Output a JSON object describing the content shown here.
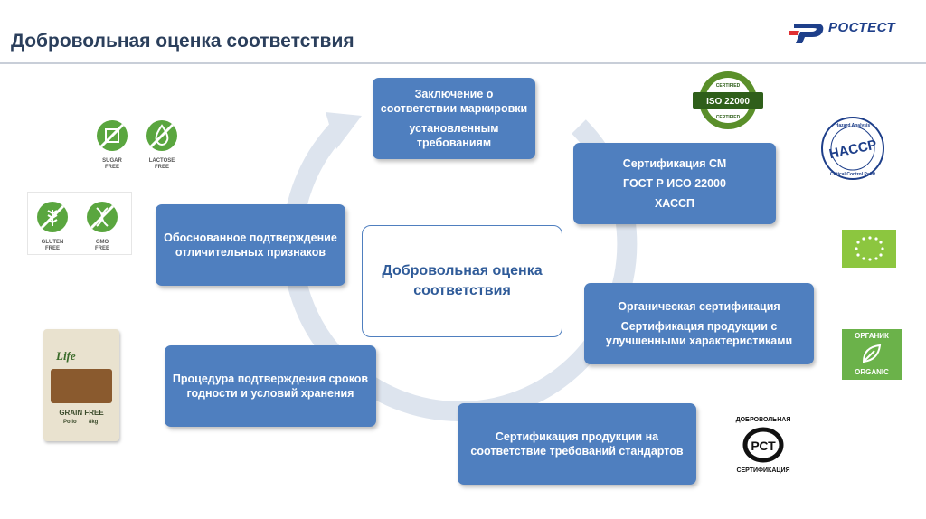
{
  "header": {
    "title": "Добровольная оценка соответствия",
    "brand": "РОСТЕСТ",
    "brand_color": "#1e3f8a",
    "accent_color": "#e03033"
  },
  "diagram": {
    "center_label": "Добровольная оценка соответствия",
    "arrow_color": "#dde4ee",
    "box_color": "#4f7fbf",
    "boxes": [
      {
        "lines": [
          "Заключение о соответствии маркировки",
          "установленным требованиям"
        ]
      },
      {
        "lines": [
          "Сертификация СМ",
          "ГОСТ Р ИСО 22000",
          "ХАССП"
        ]
      },
      {
        "lines": [
          "Органическая сертификация",
          "Сертификация продукции с улучшенными характеристиками"
        ]
      },
      {
        "lines": [
          "Сертификация продукции на соответствие требований стандартов"
        ]
      },
      {
        "lines": [
          "Процедура подтверждения сроков годности и условий хранения"
        ]
      },
      {
        "lines": [
          "Обоснованное подтверждение отличительных признаков"
        ]
      }
    ]
  },
  "badges": {
    "sugar": [
      "SUGAR",
      "FREE"
    ],
    "lactose": [
      "LACTOSE",
      "FREE"
    ],
    "gluten": [
      "GLUTEN",
      "FREE"
    ],
    "gmo": [
      "GMO",
      "FREE"
    ],
    "badge_color": "#5aa63f"
  },
  "logos": {
    "iso": {
      "top": "CERTIFIED",
      "main": "ISO 22000",
      "bottom": "CERTIFIED"
    },
    "haccp": {
      "main": "HACCP",
      "top": "Hazard Analysis",
      "bottom": "Critical Control Point"
    },
    "organic": {
      "top": "ОРГАНИК",
      "bottom": "ORGANIC"
    },
    "rst": {
      "top": "ДОБРОВОЛЬНАЯ",
      "main": "РСТ",
      "bottom": "СЕРТИФИКАЦИЯ"
    }
  },
  "product": {
    "brand": "Life",
    "label": "GRAIN FREE",
    "sub": "Pollo",
    "weight": "8kg"
  }
}
